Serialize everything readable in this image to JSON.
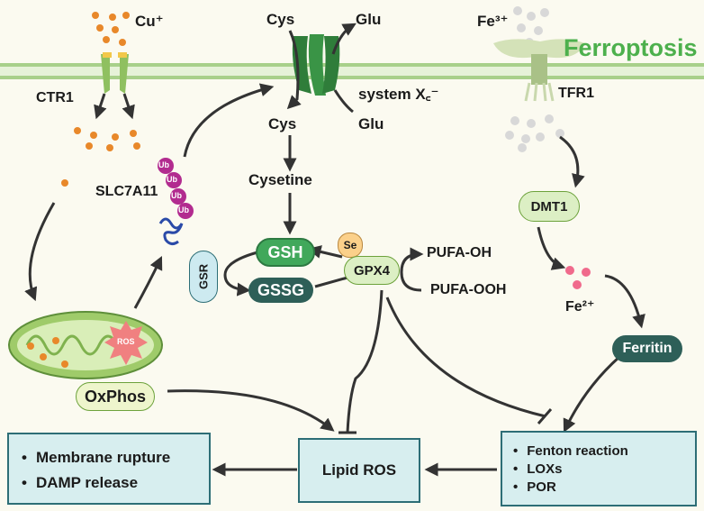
{
  "colors": {
    "membrane": "#b6d79a",
    "ferroptosis": "#4db04d",
    "copper": "#e8882a",
    "gsh": "#41a85b",
    "gssg": "#2e5f58",
    "ferritin": "#2e5f58",
    "box_fill": "#d7eeef",
    "box_border": "#2d6e76",
    "arrow": "#333333"
  },
  "header": {
    "title": "Ferroptosis"
  },
  "labels": {
    "cu_plus": "Cu⁺",
    "ctr1": "CTR1",
    "cys_out": "Cys",
    "glu_out": "Glu",
    "cys_in": "Cys",
    "glu_in": "Glu",
    "system_xc": "system X꜀⁻",
    "fe3": "Fe³⁺",
    "tfr1": "TFR1",
    "slc7a11": "SLC7A11",
    "cysetine": "Cysetine",
    "pufa_oh": "PUFA-OH",
    "pufa_ooh": "PUFA-OOH",
    "fe2": "Fe²⁺"
  },
  "nodes": {
    "gsh": "GSH",
    "gssg": "GSSG",
    "gsr": "GSR",
    "gpx4": "GPX4",
    "se": "Se",
    "dmt1": "DMT1",
    "ferritin": "Ferritin",
    "oxphos": "OxPhos",
    "ros": "ROS",
    "ub": "Ub"
  },
  "boxes": {
    "outcome": [
      "Membrane rupture",
      "DAMP release"
    ],
    "lipid_ros": "Lipid ROS",
    "fenton": [
      "Fenton reaction",
      "LOXs",
      "POR"
    ]
  }
}
